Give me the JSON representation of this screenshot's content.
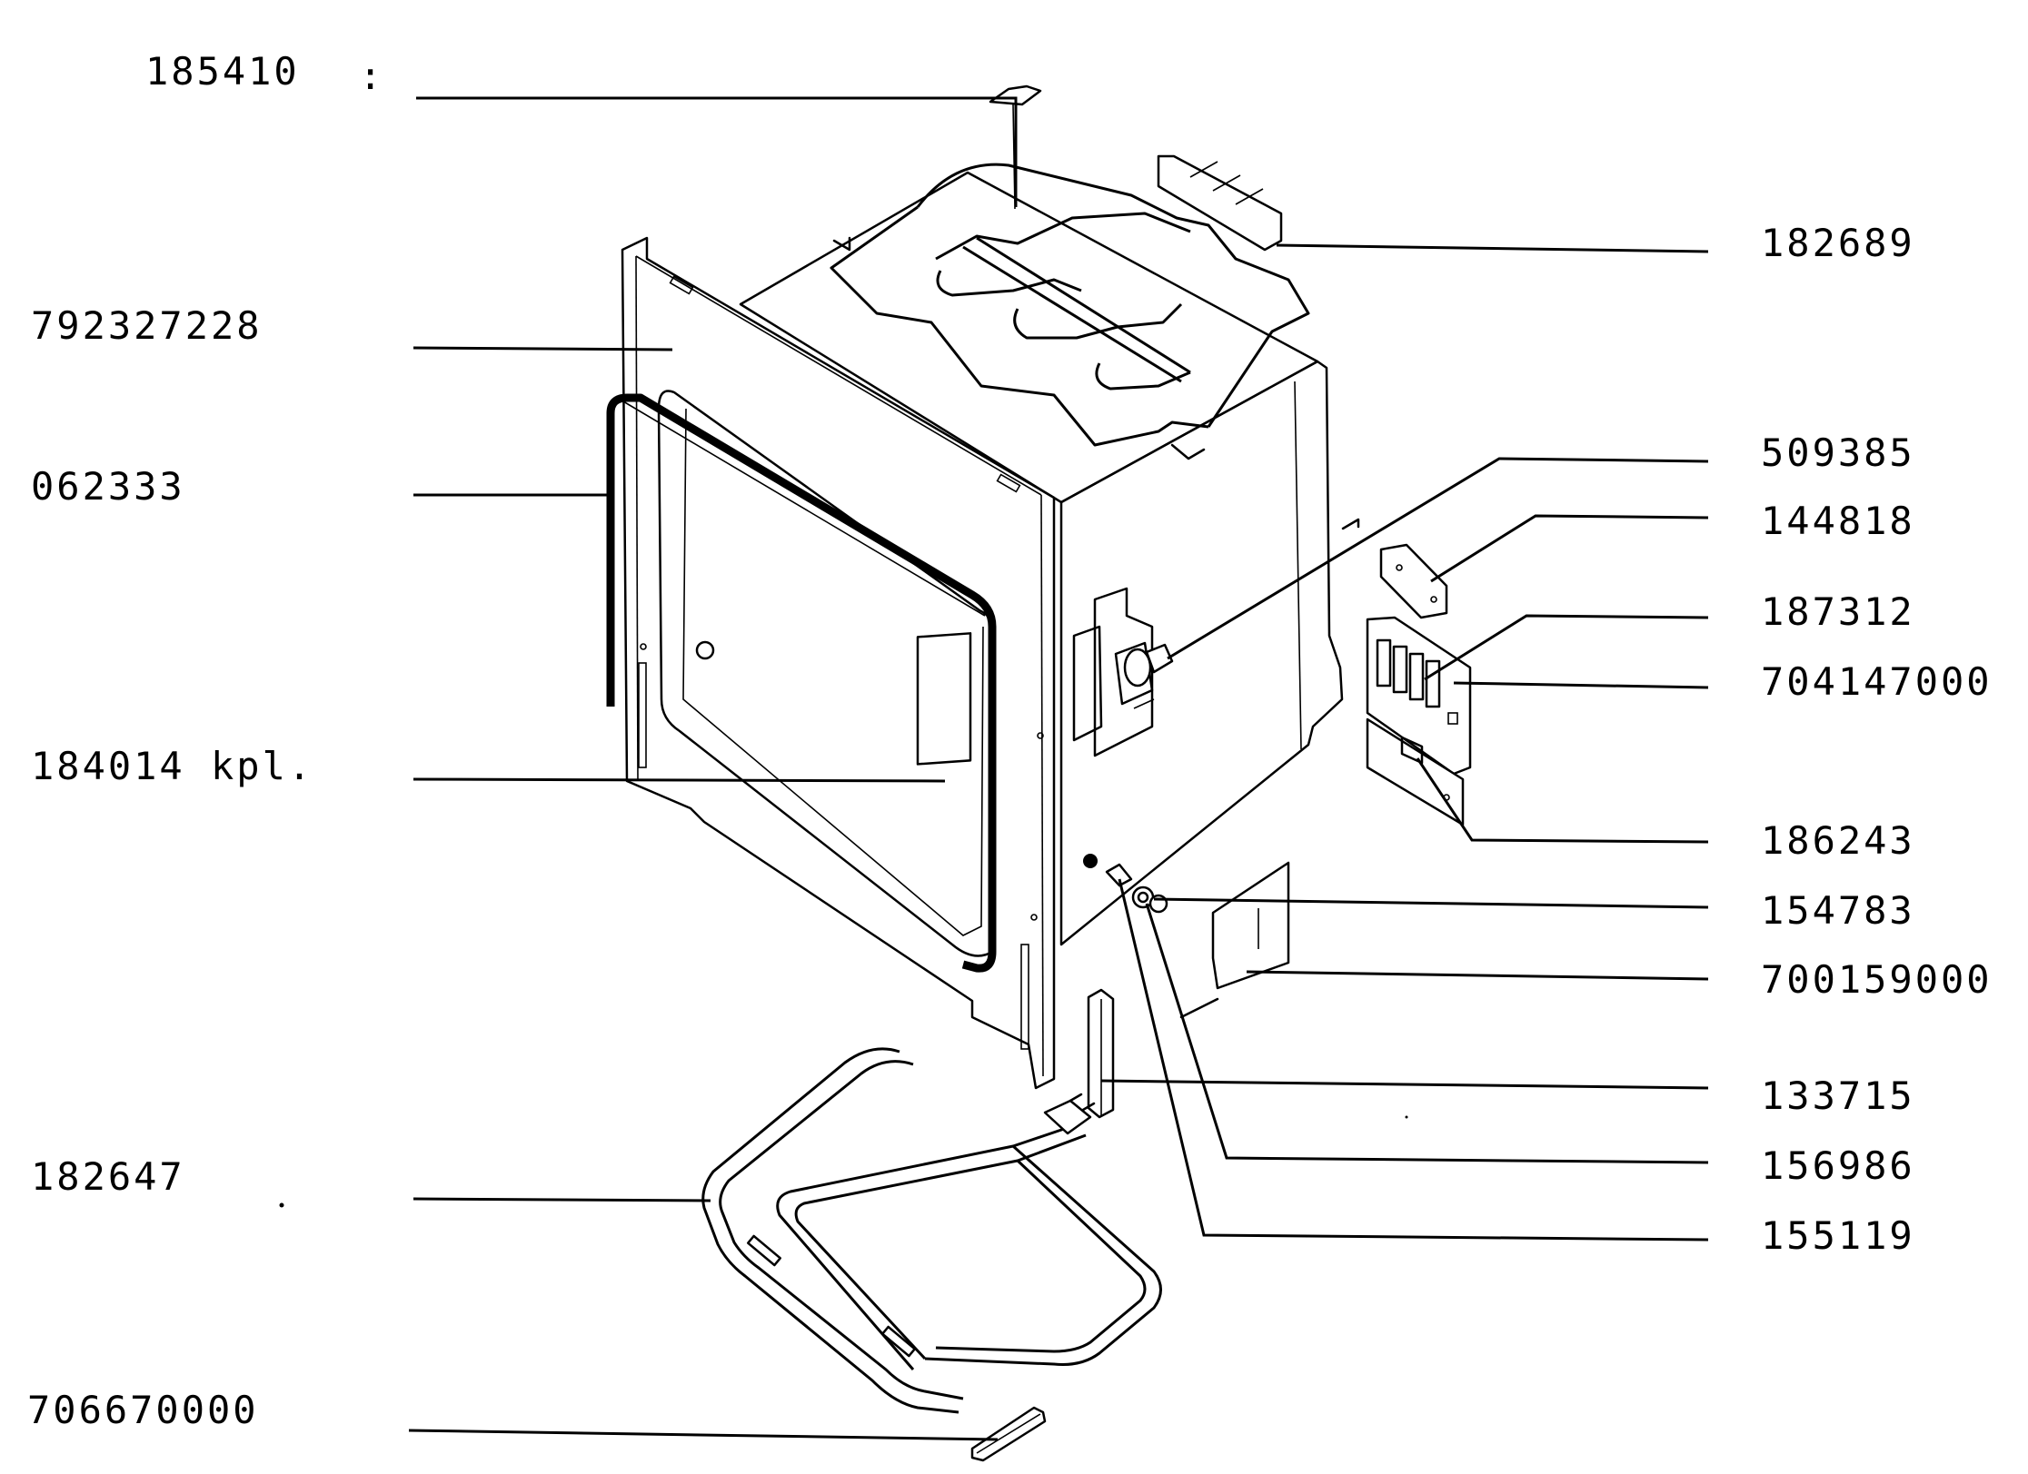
{
  "parts": {
    "p185410": "185410",
    "p792327228": "792327228",
    "p062333": "062333",
    "p184014": "184014 kpl.",
    "p182647": "182647",
    "p706670000": "706670000",
    "p182689": "182689",
    "p509385": "509385",
    "p144818": "144818",
    "p187312": "187312",
    "p704147000": "704147000",
    "p186243": "186243",
    "p154783": "154783",
    "p700159000": "700159000",
    "p133715": "133715",
    "p156986": "156986",
    "p155119": "155119"
  }
}
